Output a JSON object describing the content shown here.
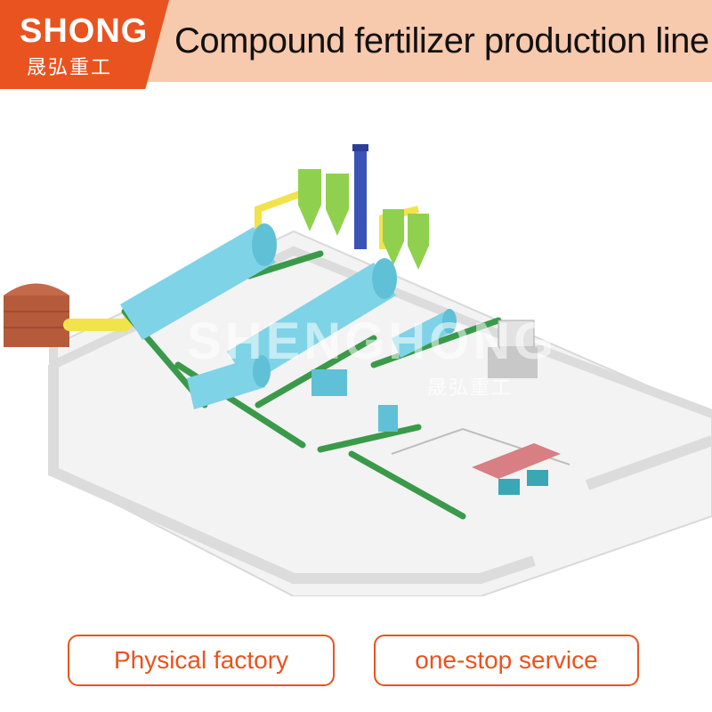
{
  "header": {
    "logo_en": "SHONG",
    "logo_cn": "晟弘重工",
    "title": "Compound fertilizer production line"
  },
  "watermark": {
    "en": "SHENGHONG",
    "cn": "晟弘重工"
  },
  "badges": {
    "left": "Physical factory",
    "right": "one-stop service"
  },
  "colors": {
    "accent": "#e9531f",
    "header_band": "#f7c9ad",
    "drum": "#7fd3e6",
    "conveyor": "#3a9a4a",
    "cyclone": "#8fd14f",
    "pipe_yellow": "#f2e34a",
    "brick": "#b65a3c"
  }
}
